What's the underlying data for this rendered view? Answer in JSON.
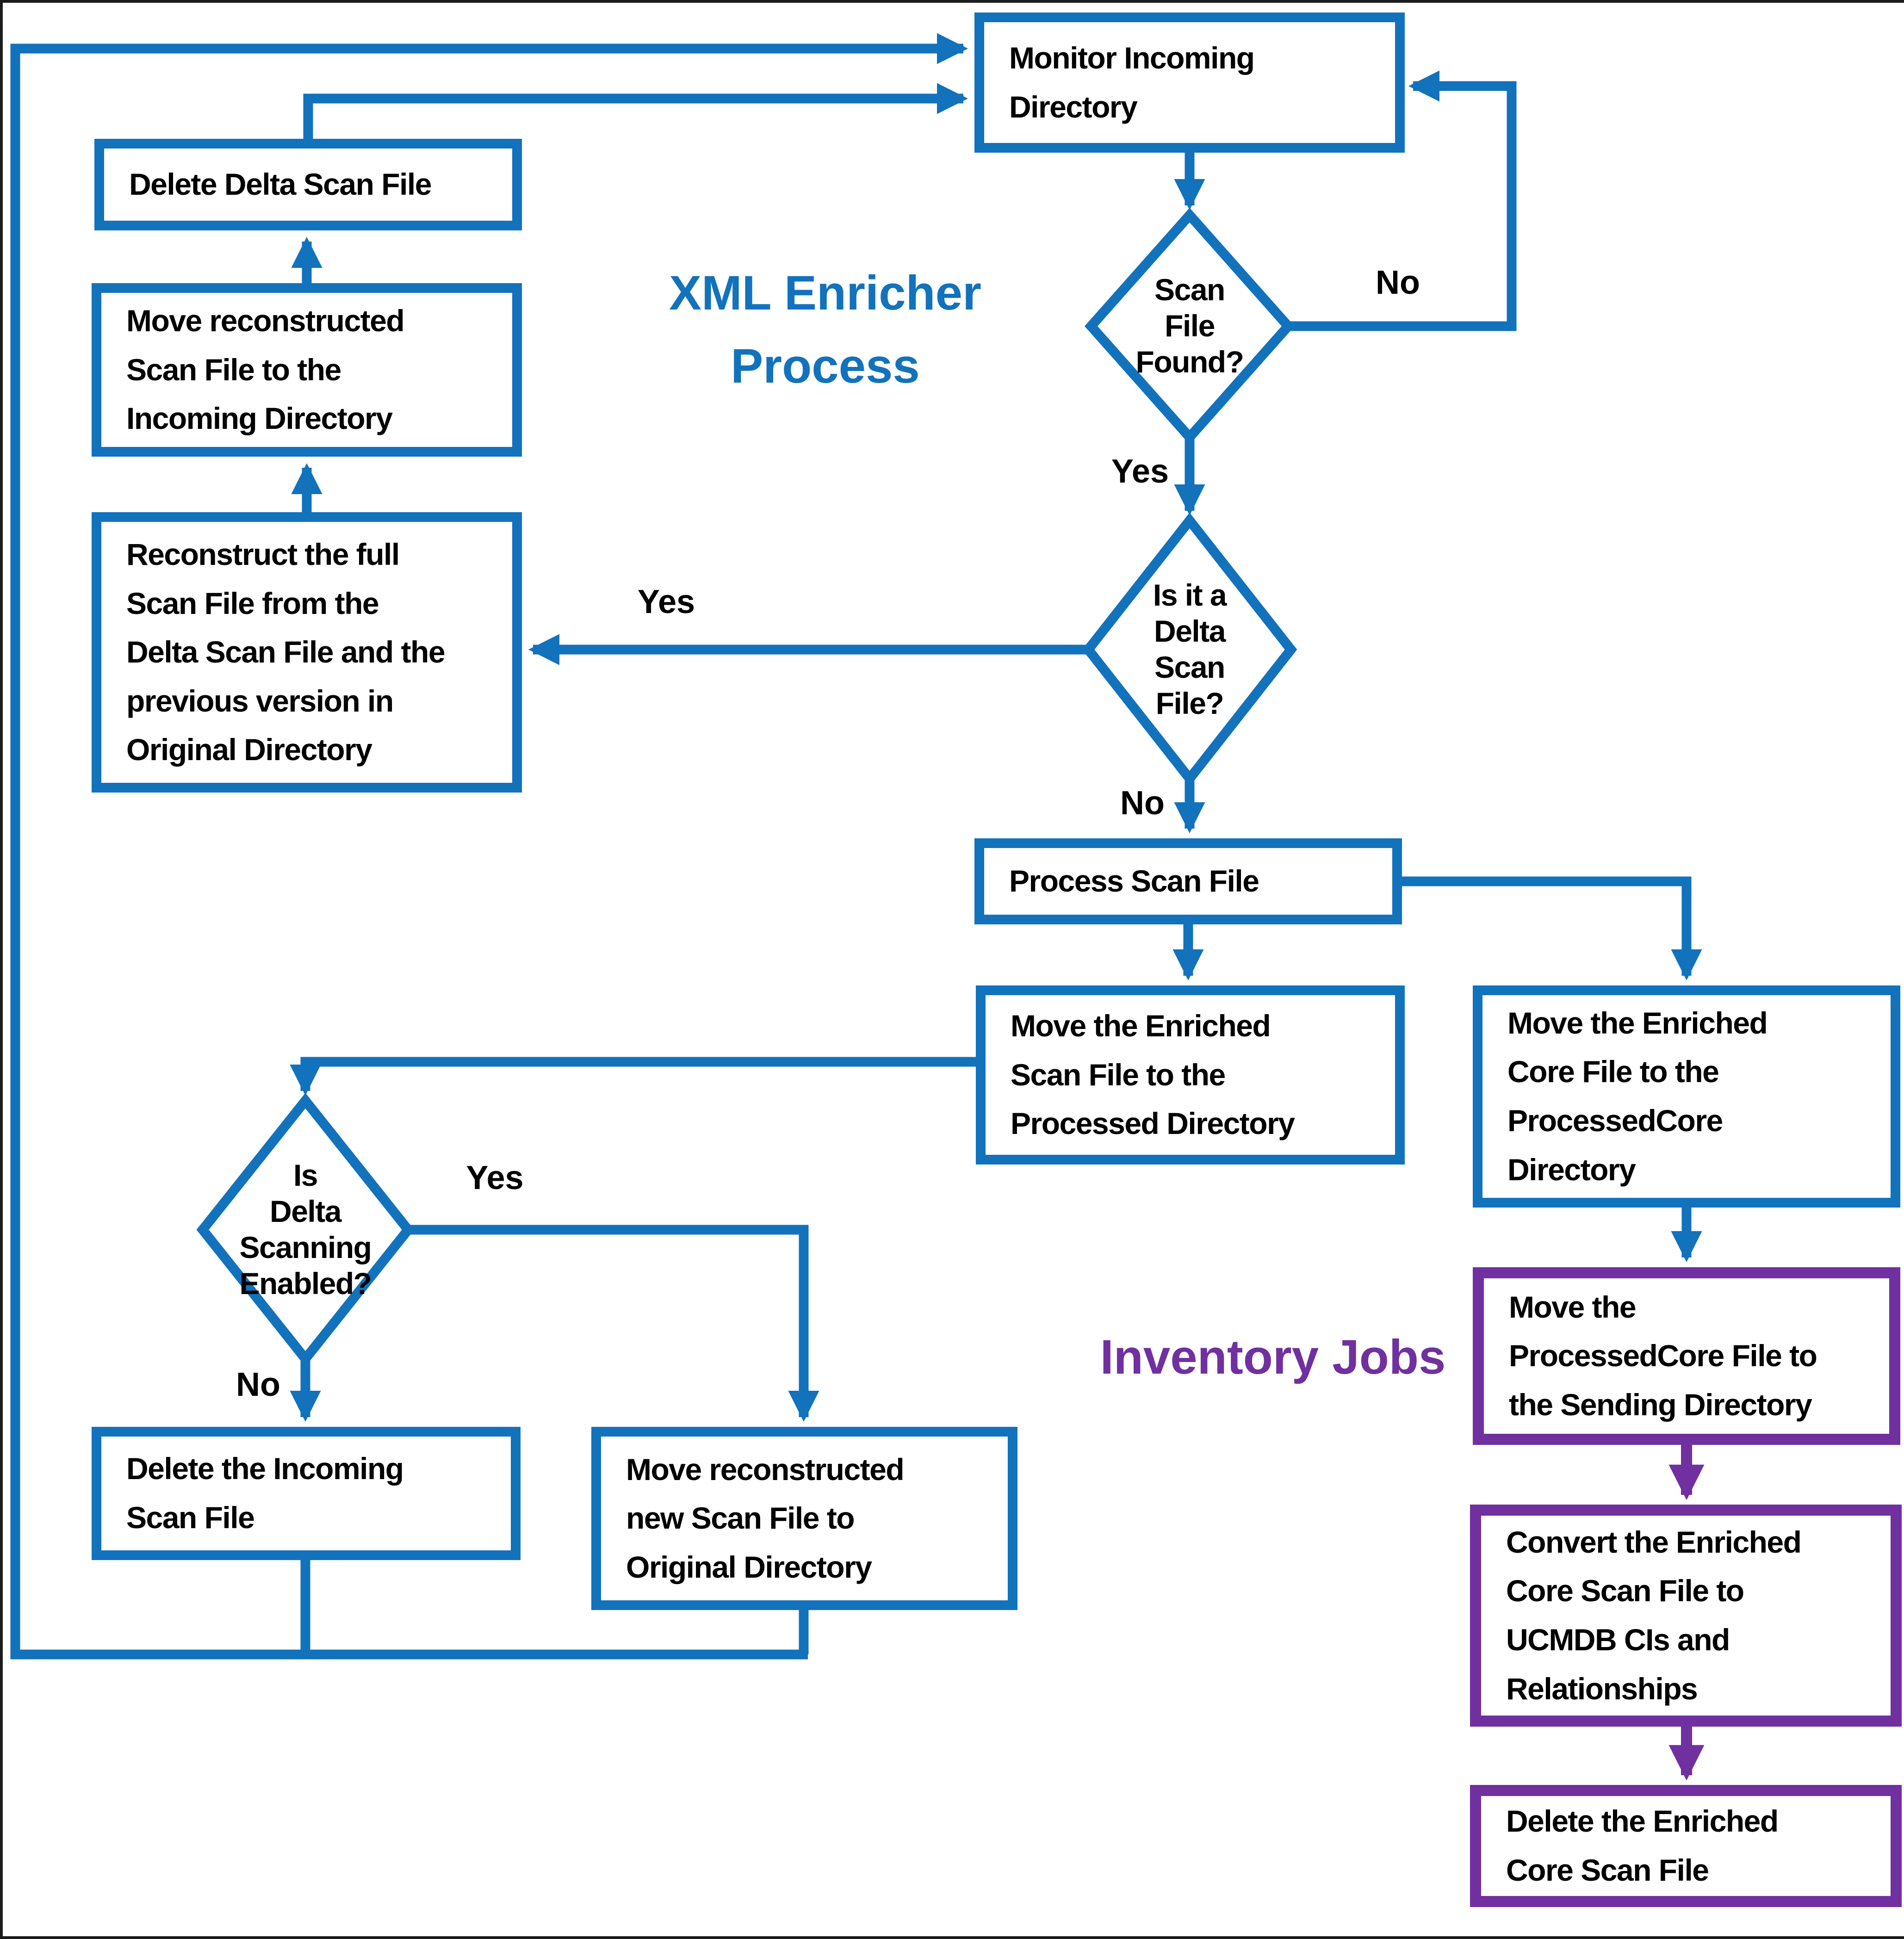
{
  "colors": {
    "blue": "#1272BC",
    "purple": "#7030A0",
    "text": "#000000"
  },
  "titles": {
    "xml_enricher": "XML Enricher\nProcess",
    "inventory_jobs": "Inventory Jobs"
  },
  "nodes": {
    "monitor": {
      "label": "Monitor Incoming\nDirectory"
    },
    "delete_delta": {
      "label": "Delete Delta Scan File"
    },
    "move_recon_incoming": {
      "label": "Move reconstructed\nScan File to the\nIncoming Directory"
    },
    "reconstruct": {
      "label": "Reconstruct the full\nScan File from the\nDelta Scan File and the\nprevious version in\nOriginal Directory"
    },
    "scan_found": {
      "label": "Scan\nFile\nFound?"
    },
    "is_delta": {
      "label": "Is it a\nDelta\nScan\nFile?"
    },
    "process": {
      "label": "Process Scan File"
    },
    "move_enriched_scan": {
      "label": "Move the Enriched\nScan File to the\nProcessed Directory"
    },
    "move_enriched_core": {
      "label": "Move the Enriched\nCore File to the\nProcessedCore\nDirectory"
    },
    "delta_scanning": {
      "label": "Is\nDelta\nScanning\nEnabled?"
    },
    "delete_incoming": {
      "label": "Delete the Incoming\nScan File"
    },
    "move_recon_new": {
      "label": "Move reconstructed\nnew Scan File to\nOriginal Directory"
    },
    "move_processedcore": {
      "label": "Move the\nProcessedCore File to\nthe Sending Directory"
    },
    "convert": {
      "label": "Convert the Enriched\nCore Scan File to\nUCMDB CIs and\nRelationships"
    },
    "delete_enriched": {
      "label": "Delete the Enriched\nCore Scan File"
    }
  },
  "edge_labels": {
    "scan_found_no": "No",
    "scan_found_yes": "Yes",
    "is_delta_yes": "Yes",
    "is_delta_no": "No",
    "delta_scanning_yes": "Yes",
    "delta_scanning_no": "No"
  }
}
